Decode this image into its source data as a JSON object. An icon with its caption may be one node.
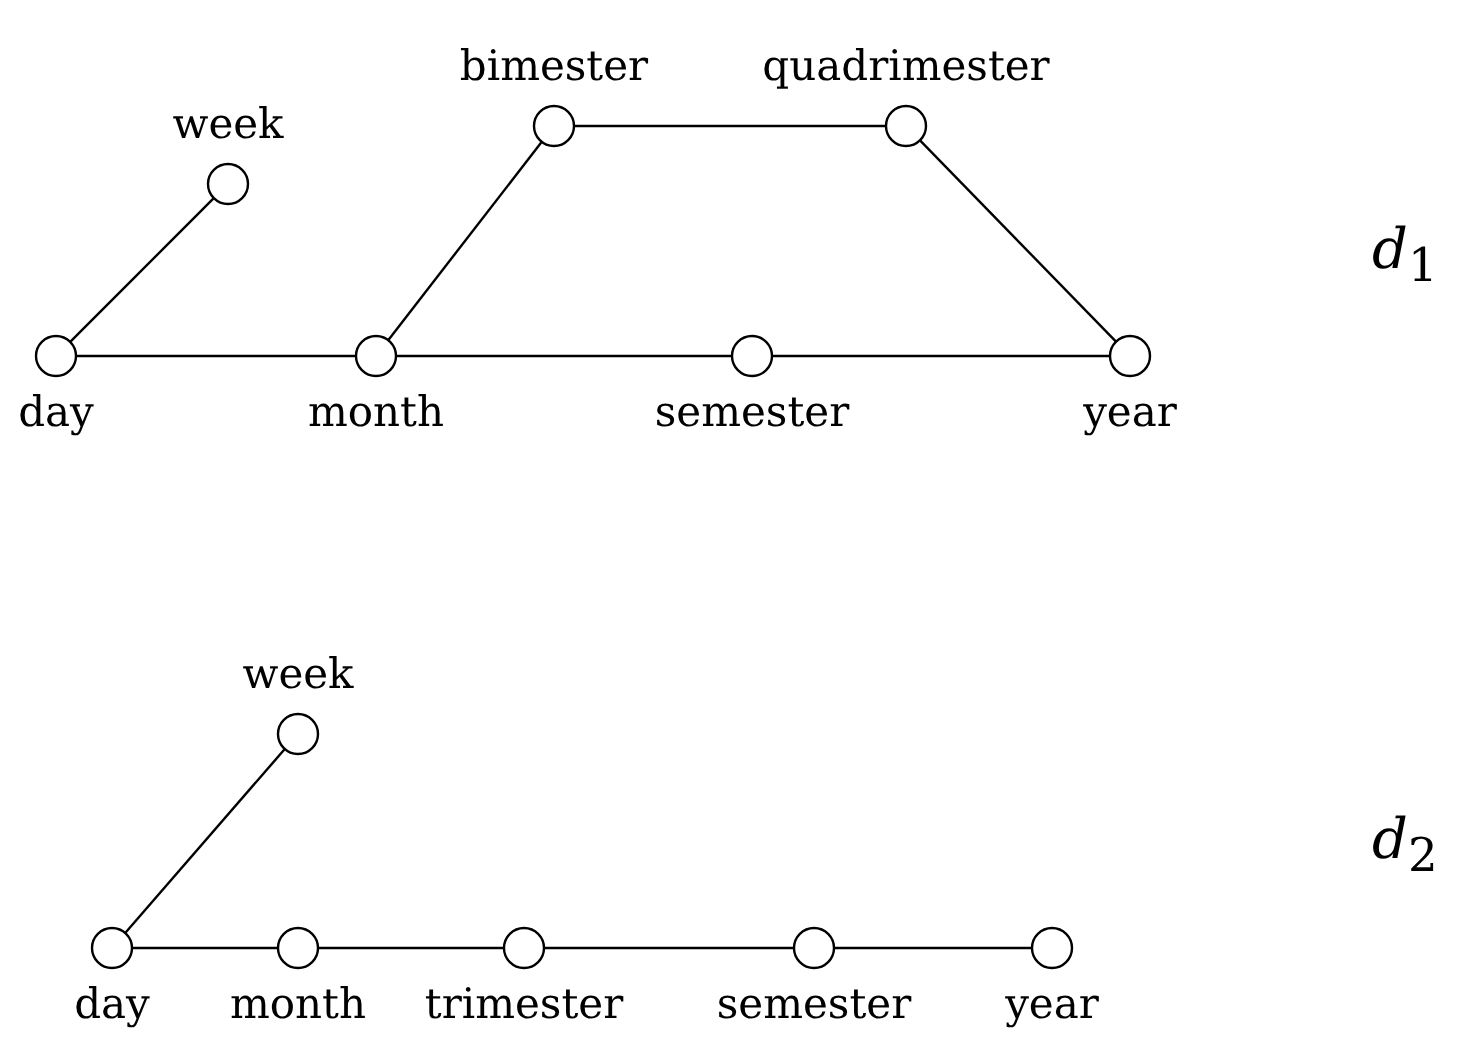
{
  "diagram": {
    "nodes": [
      {
        "text": [
          "week"
        ]
      },
      {
        "text": [
          "bimester"
        ]
      },
      {
        "text": [
          "quadrimester"
        ]
      },
      {
        "text": [
          "day"
        ]
      },
      {
        "text": [
          "month"
        ]
      },
      {
        "text": [
          "semester"
        ]
      },
      {
        "text": [
          "year"
        ]
      },
      {
        "text": [
          "week"
        ]
      },
      {
        "text": [
          "day"
        ]
      },
      {
        "text": [
          "month"
        ]
      },
      {
        "text": [
          "trimester"
        ]
      },
      {
        "text": [
          "semester"
        ]
      },
      {
        "text": [
          "year"
        ]
      }
    ],
    "edges": [
      {
        "from": 3,
        "to": 0,
        "arrow": "none"
      },
      {
        "from": 3,
        "to": 4,
        "arrow": "none"
      },
      {
        "from": 4,
        "to": 1,
        "arrow": "none"
      },
      {
        "from": 1,
        "to": 2,
        "arrow": "none"
      },
      {
        "from": 2,
        "to": 6,
        "arrow": "none"
      },
      {
        "from": 4,
        "to": 5,
        "arrow": "none"
      },
      {
        "from": 5,
        "to": 6,
        "arrow": "none"
      },
      {
        "from": 8,
        "to": 7,
        "arrow": "none"
      },
      {
        "from": 8,
        "to": 9,
        "arrow": "none"
      },
      {
        "from": 9,
        "to": 10,
        "arrow": "none"
      },
      {
        "from": 10,
        "to": 11,
        "arrow": "none"
      },
      {
        "from": 11,
        "to": 12,
        "arrow": "none"
      }
    ],
    "labels": [
      "*d*$_{1}$",
      "*d*$_{2}$"
    ]
  }
}
